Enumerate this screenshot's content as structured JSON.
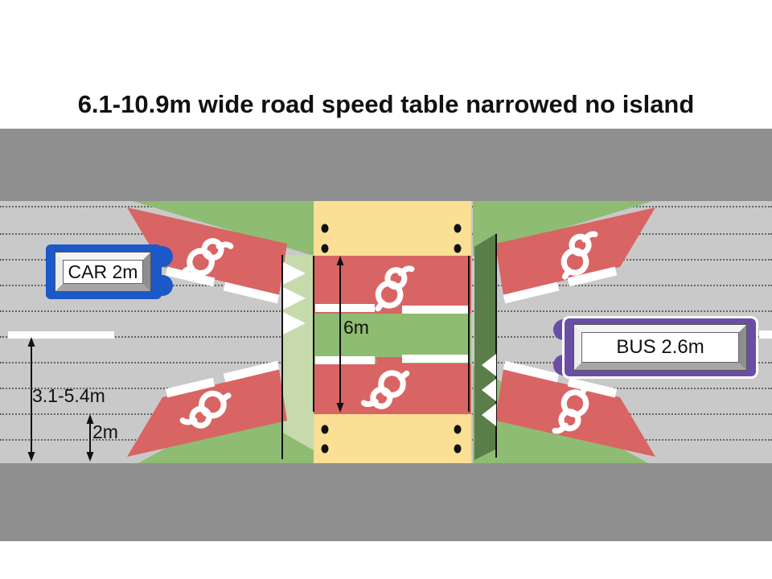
{
  "title": "6.1-10.9m wide road speed table narrowed no island",
  "vehicles": {
    "car": "CAR 2m",
    "bus": "BUS 2.6m"
  },
  "dimensions": {
    "table_length": "6m",
    "half_road_width": "3.1-5.4m",
    "lane_width": "2m"
  },
  "icons": {
    "ramp_symbol": "cycle-symbol",
    "left_buildout": "chevron-right-icon",
    "right_buildout": "chevron-left-icon",
    "bollards": "bollard-dot"
  },
  "colors": {
    "verge_gray": "#8f8f8f",
    "road_gray": "#c9c9c9",
    "ramp_red": "#d96464",
    "table_yellow": "#fadf95",
    "buildout_green": "#8fbc73",
    "pale_green": "#c6daab",
    "dark_green": "#5b7d49",
    "car_blue": "#1b58c8",
    "bus_purple": "#6a4ea6",
    "marking_white": "#ffffff"
  }
}
